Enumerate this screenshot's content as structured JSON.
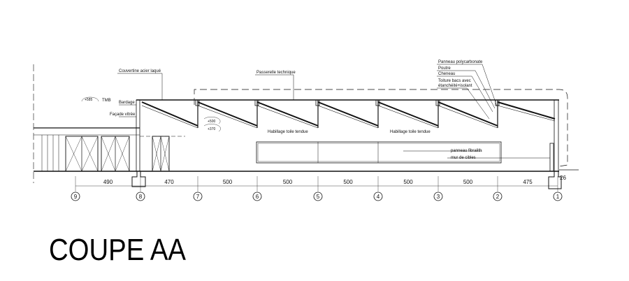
{
  "title": "COUPE AA",
  "labels": {
    "couvertine": "Couvertine acier laqué",
    "passerelle": "Passerelle technique",
    "panneau_poly": "Panneau polycarbonate",
    "poutre": "Poutre",
    "cheneau": "Cheneau",
    "toiture_1": "Toiture bacs avec",
    "toiture_2": "étanchéité+isolant",
    "bardage": "Bardage",
    "facade": "Façade vitrée",
    "habillage_1": "Habillage toile tendue",
    "habillage_2": "Habillage toile tendue",
    "fibralith": "panneau fibralith",
    "mur_cibles": "mur de cibles"
  },
  "levels": {
    "l585": "+585",
    "l585_ref": "TMB",
    "l500": "+500",
    "l370": "+370"
  },
  "axes": [
    "9",
    "8",
    "7",
    "6",
    "5",
    "4",
    "3",
    "2",
    "1"
  ],
  "dimensions": [
    "490",
    "470",
    "500",
    "500",
    "500",
    "500",
    "500",
    "475"
  ],
  "edge_dimension": "26"
}
